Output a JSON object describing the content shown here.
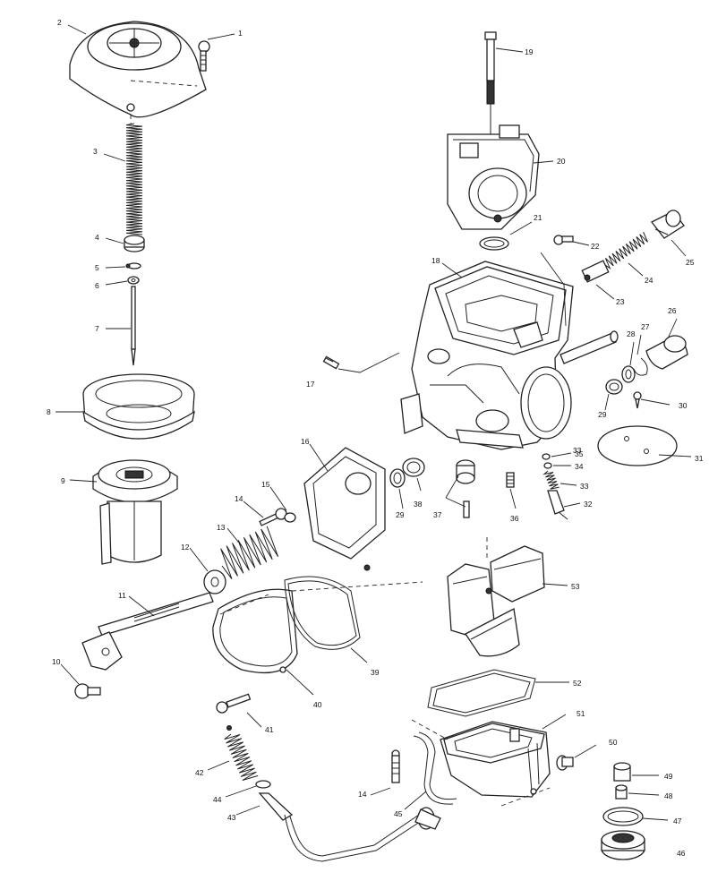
{
  "diagram": {
    "type": "exploded-parts-view",
    "callouts": [
      {
        "id": "c1",
        "label": "1"
      },
      {
        "id": "c2",
        "label": "2"
      },
      {
        "id": "c3",
        "label": "3"
      },
      {
        "id": "c4",
        "label": "4"
      },
      {
        "id": "c5",
        "label": "5"
      },
      {
        "id": "c6",
        "label": "6"
      },
      {
        "id": "c7",
        "label": "7"
      },
      {
        "id": "c8",
        "label": "8"
      },
      {
        "id": "c9",
        "label": "9"
      },
      {
        "id": "c10",
        "label": "10"
      },
      {
        "id": "c11",
        "label": "11"
      },
      {
        "id": "c12",
        "label": "12"
      },
      {
        "id": "c13",
        "label": "13"
      },
      {
        "id": "c14a",
        "label": "14"
      },
      {
        "id": "c14b",
        "label": "14"
      },
      {
        "id": "c15",
        "label": "15"
      },
      {
        "id": "c16",
        "label": "16"
      },
      {
        "id": "c17",
        "label": "17"
      },
      {
        "id": "c18",
        "label": "18"
      },
      {
        "id": "c19",
        "label": "19"
      },
      {
        "id": "c20",
        "label": "20"
      },
      {
        "id": "c21",
        "label": "21"
      },
      {
        "id": "c22",
        "label": "22"
      },
      {
        "id": "c23",
        "label": "23"
      },
      {
        "id": "c24",
        "label": "24"
      },
      {
        "id": "c25",
        "label": "25"
      },
      {
        "id": "c26",
        "label": "26"
      },
      {
        "id": "c27",
        "label": "27"
      },
      {
        "id": "c28",
        "label": "28"
      },
      {
        "id": "c29a",
        "label": "29"
      },
      {
        "id": "c29b",
        "label": "29"
      },
      {
        "id": "c30",
        "label": "30"
      },
      {
        "id": "c31",
        "label": "31"
      },
      {
        "id": "c32",
        "label": "32"
      },
      {
        "id": "c33a",
        "label": "33"
      },
      {
        "id": "c33b",
        "label": "33"
      },
      {
        "id": "c34",
        "label": "34"
      },
      {
        "id": "c35",
        "label": "35"
      },
      {
        "id": "c36",
        "label": "36"
      },
      {
        "id": "c37",
        "label": "37"
      },
      {
        "id": "c38",
        "label": "38"
      },
      {
        "id": "c39",
        "label": "39"
      },
      {
        "id": "c40",
        "label": "40"
      },
      {
        "id": "c41",
        "label": "41"
      },
      {
        "id": "c42",
        "label": "42"
      },
      {
        "id": "c43",
        "label": "43"
      },
      {
        "id": "c44",
        "label": "44"
      },
      {
        "id": "c45",
        "label": "45"
      },
      {
        "id": "c46",
        "label": "46"
      },
      {
        "id": "c47",
        "label": "47"
      },
      {
        "id": "c48",
        "label": "48"
      },
      {
        "id": "c49",
        "label": "49"
      },
      {
        "id": "c50",
        "label": "50"
      },
      {
        "id": "c51",
        "label": "51"
      },
      {
        "id": "c52",
        "label": "52"
      },
      {
        "id": "c53",
        "label": "53"
      }
    ]
  }
}
